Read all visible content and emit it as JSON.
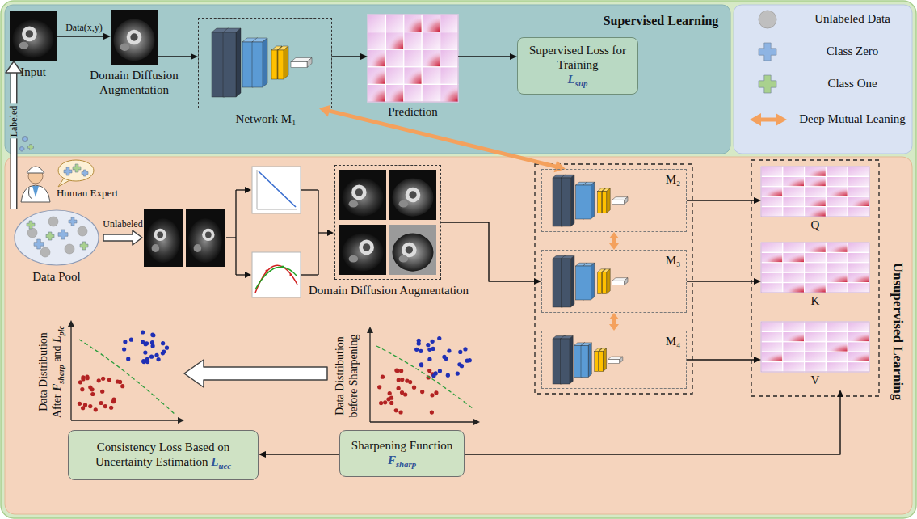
{
  "diagram": {
    "nodes": [
      {
        "text": [
          "Supervised Learning"
        ]
      },
      {
        "text": [
          "Unsupervised Learning"
        ]
      },
      {
        "text": [
          "Input"
        ],
        "in": 0
      },
      {
        "text": [
          "Domain Diffusion Augmentation"
        ],
        "in": 0
      },
      {
        "text": [
          "Network M₁"
        ],
        "in": 0
      },
      {
        "text": [
          "Prediction"
        ],
        "in": 0
      },
      {
        "text": [
          "Supervised Loss for Training",
          "L",
          "sup"
        ],
        "in": 0
      },
      {
        "text": [
          "Data Pool"
        ],
        "in": 1
      },
      {
        "text": [
          "Domain Diffusion Augmentation"
        ],
        "in": 1
      },
      {
        "text": [
          "M₂"
        ],
        "in": 1
      },
      {
        "text": [
          "M₃"
        ],
        "in": 1
      },
      {
        "text": [
          "M₄"
        ],
        "in": 1
      },
      {
        "text": [
          "Q"
        ],
        "in": 1
      },
      {
        "text": [
          "K"
        ],
        "in": 1
      },
      {
        "text": [
          "V"
        ],
        "in": 1
      },
      {
        "text": [
          "Sharpening Function",
          "F",
          "sharp"
        ],
        "in": 1
      },
      {
        "text": [
          "Consistency Loss Based on Uncertainty Estimation",
          "L",
          "uec"
        ],
        "in": 1
      }
    ],
    "edges": [
      {
        "from": 2,
        "to": 3,
        "arrow": "to",
        "label": "Data(x,y)"
      },
      {
        "from": 3,
        "to": 4,
        "arrow": "to"
      },
      {
        "from": 4,
        "to": 5,
        "arrow": "to"
      },
      {
        "from": 5,
        "to": 6,
        "arrow": "to"
      },
      {
        "from": 7,
        "to": 2,
        "arrow": "to",
        "label": "Labeled"
      },
      {
        "from": 4,
        "to": 9,
        "arrow": "both"
      },
      {
        "from": 8,
        "to": 10,
        "arrow": "to"
      },
      {
        "from": 9,
        "to": 10,
        "arrow": "both"
      },
      {
        "from": 10,
        "to": 11,
        "arrow": "both"
      },
      {
        "from": 9,
        "to": 12,
        "arrow": "to"
      },
      {
        "from": 10,
        "to": 13,
        "arrow": "to"
      },
      {
        "from": 11,
        "to": 14,
        "arrow": "to"
      },
      {
        "from": 15,
        "to": 14,
        "arrow": "to"
      },
      {
        "from": 15,
        "to": 16,
        "arrow": "to"
      }
    ],
    "labels": [
      "Human Expert",
      "Unlabeled",
      "Data Distribution After",
      "F",
      "sharp",
      "and",
      "L",
      "plc",
      "Data Distribution before Sharpening"
    ],
    "legend": [
      {
        "text": "Unlabeled Data"
      },
      {
        "text": "Class Zero"
      },
      {
        "text": "Class One"
      },
      {
        "text": "Deep Mutual Leaning"
      }
    ]
  }
}
